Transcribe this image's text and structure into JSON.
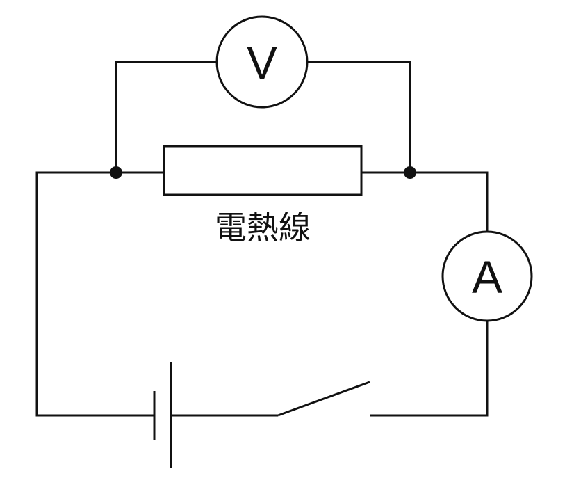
{
  "diagram": {
    "voltmeter": {
      "letter": "V"
    },
    "ammeter": {
      "letter": "A"
    },
    "heating_wire": {
      "label": "電熱線"
    }
  }
}
